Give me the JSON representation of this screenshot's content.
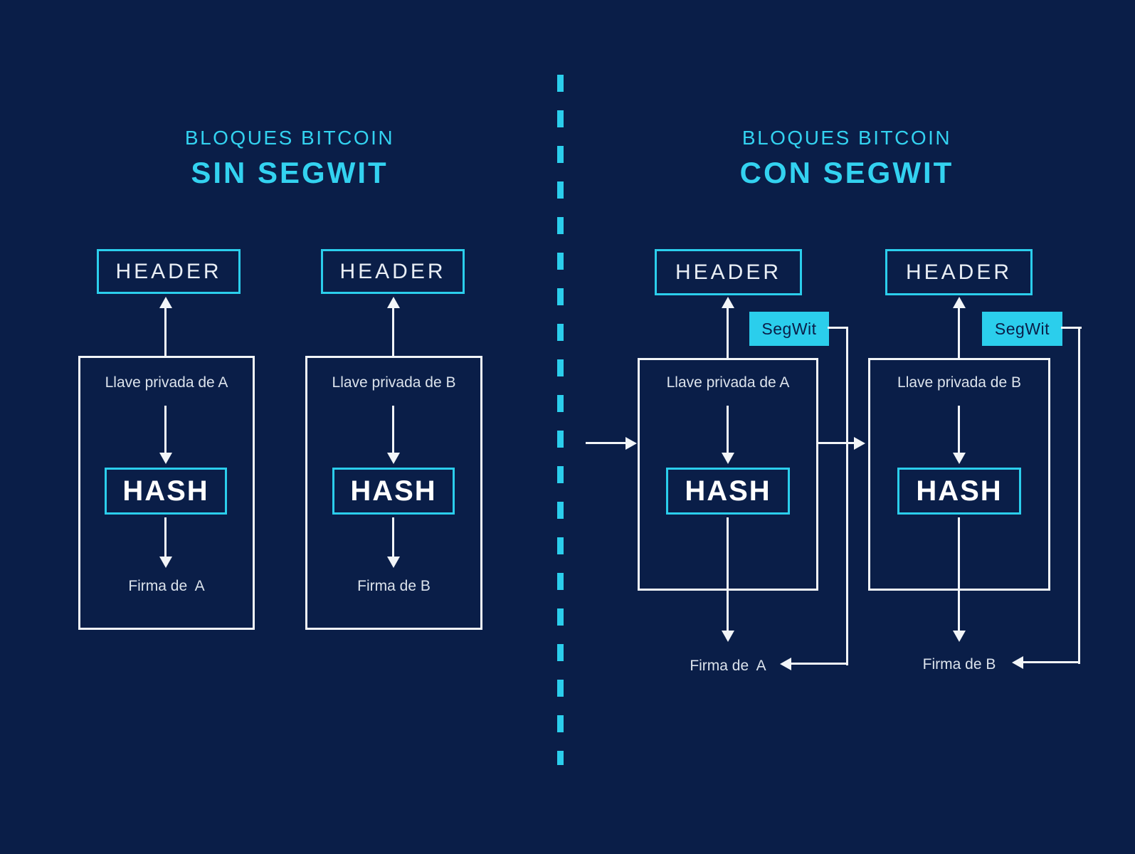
{
  "colors": {
    "bg": "#0A1E48",
    "accent": "#2BCEEC",
    "line": "#F2F5F8",
    "title": "#33D2F0",
    "label": "#DCE3EC",
    "badge_text": "#0A1E48"
  },
  "left_panel": {
    "title_line1": "BLOQUES BITCOIN",
    "title_line2": "SIN SEGWIT",
    "blocks": [
      {
        "header": "HEADER",
        "private_key": "Llave privada de A",
        "hash": "HASH",
        "signature": "Firma de  A"
      },
      {
        "header": "HEADER",
        "private_key": "Llave privada de B",
        "hash": "HASH",
        "signature": "Firma de B"
      }
    ]
  },
  "right_panel": {
    "title_line1": "BLOQUES BITCOIN",
    "title_line2": "CON SEGWIT",
    "blocks": [
      {
        "header": "HEADER",
        "segwit": "SegWit",
        "private_key": "Llave privada de A",
        "hash": "HASH",
        "signature": "Firma de  A"
      },
      {
        "header": "HEADER",
        "segwit": "SegWit",
        "private_key": "Llave privada de B",
        "hash": "HASH",
        "signature": "Firma de B"
      }
    ]
  }
}
